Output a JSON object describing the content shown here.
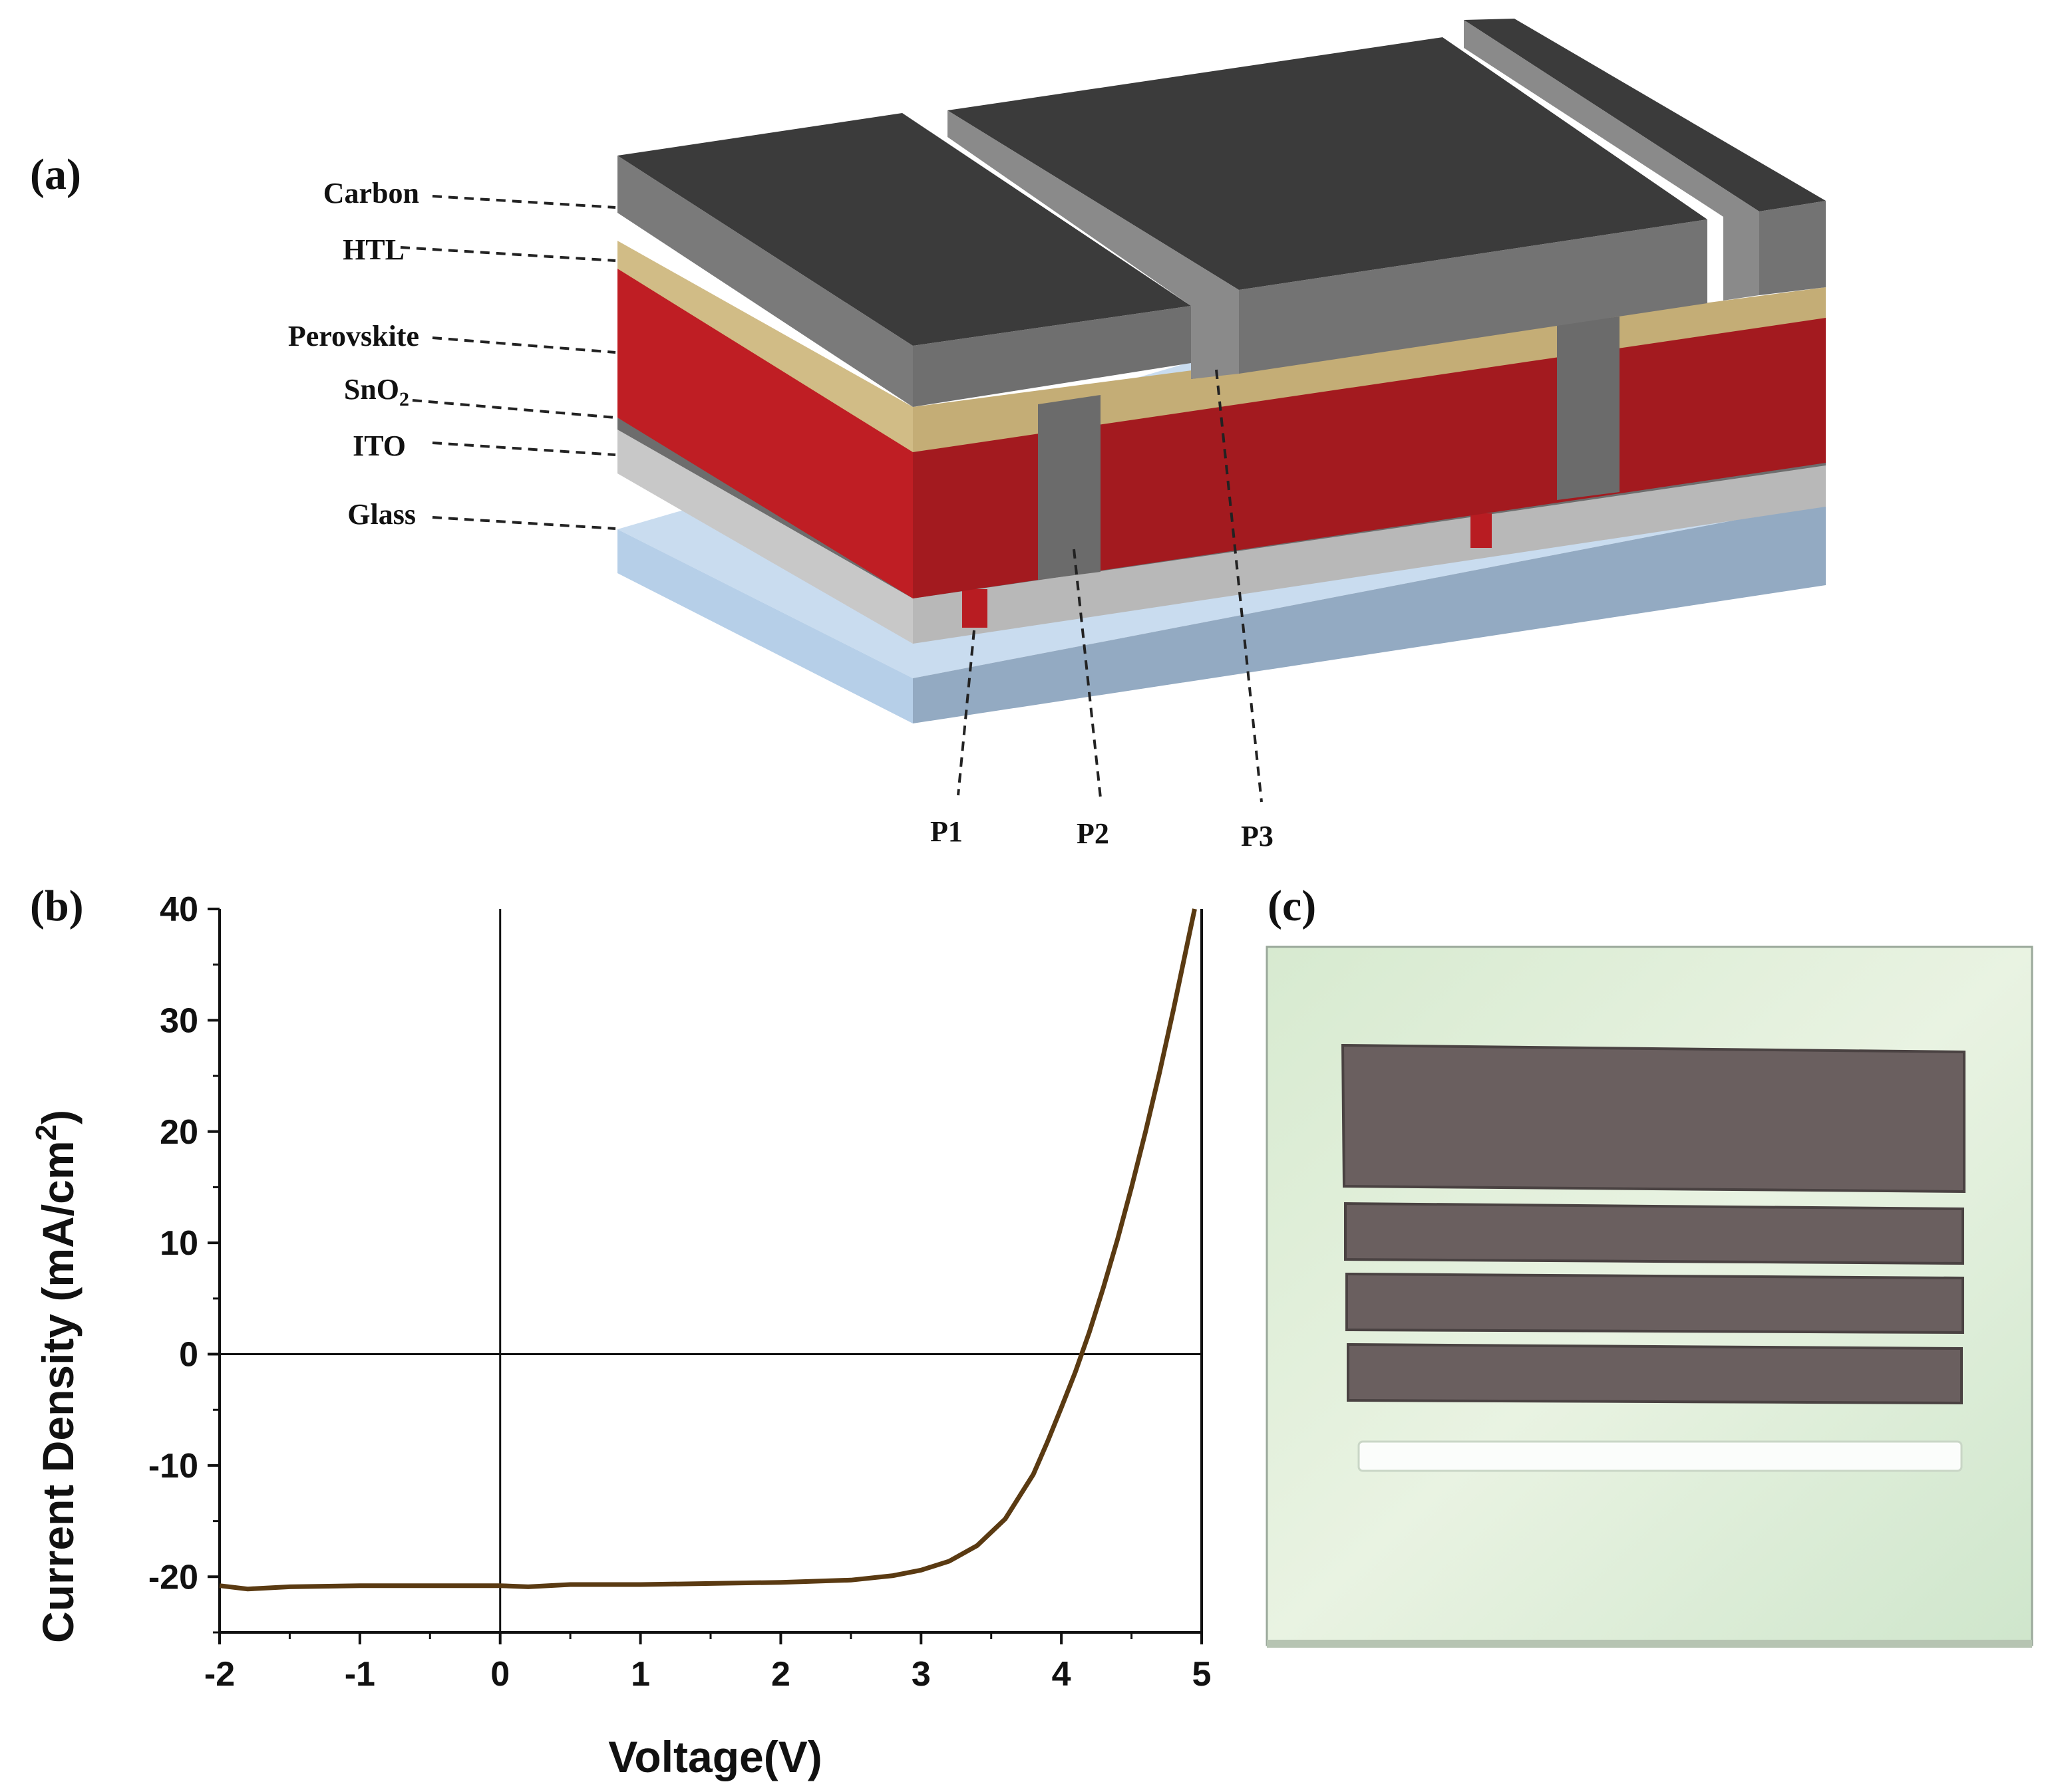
{
  "panels": {
    "a": "(a)",
    "b": "(b)",
    "c": "(c)"
  },
  "diagram": {
    "layers": [
      "Carbon",
      "HTL",
      "Perovskite",
      "SnO",
      "ITO",
      "Glass"
    ],
    "sno2_subscript": "2",
    "scribes": [
      "P1",
      "P2",
      "P3"
    ],
    "colors": {
      "carbon": "#3a3a3a",
      "htl": "#c8b27a",
      "perovskite": "#b81c22",
      "ito": "#bfbfbf",
      "glass": "#a9c6e3"
    }
  },
  "chart_data": {
    "type": "line",
    "xlabel": "Voltage(V)",
    "ylabel": "Current Density (mA/cm",
    "ylabel_superscript": "2",
    "ylabel_close": ")",
    "xlim": [
      -2,
      5
    ],
    "ylim": [
      -25,
      40
    ],
    "xticks": [
      "-2",
      "-1",
      "0",
      "1",
      "2",
      "3",
      "4",
      "5"
    ],
    "yticks": [
      "40",
      "30",
      "20",
      "10",
      "0",
      "-10",
      "-20"
    ],
    "line_color": "#5a3a12",
    "series": [
      {
        "x": [
          -2.0,
          -1.8,
          -1.5,
          -1.0,
          -0.5,
          0.0,
          0.2,
          0.5,
          1.0,
          1.5,
          2.0,
          2.5,
          2.8,
          3.0,
          3.2,
          3.4,
          3.6,
          3.8,
          3.9,
          4.0,
          4.1,
          4.2,
          4.3,
          4.4,
          4.5,
          4.6,
          4.7,
          4.8,
          4.9,
          4.95
        ],
        "y": [
          -20.8,
          -21.1,
          -20.9,
          -20.8,
          -20.8,
          -20.8,
          -20.9,
          -20.7,
          -20.7,
          -20.6,
          -20.5,
          -20.3,
          -19.9,
          -19.4,
          -18.6,
          -17.2,
          -14.8,
          -10.8,
          -7.9,
          -4.8,
          -1.6,
          2.0,
          6.0,
          10.3,
          15.0,
          20.0,
          25.3,
          31.0,
          37.0,
          40.0
        ]
      }
    ]
  },
  "photo": {
    "background": "#dbeed3",
    "electrode_color": "#6a5f5f"
  }
}
